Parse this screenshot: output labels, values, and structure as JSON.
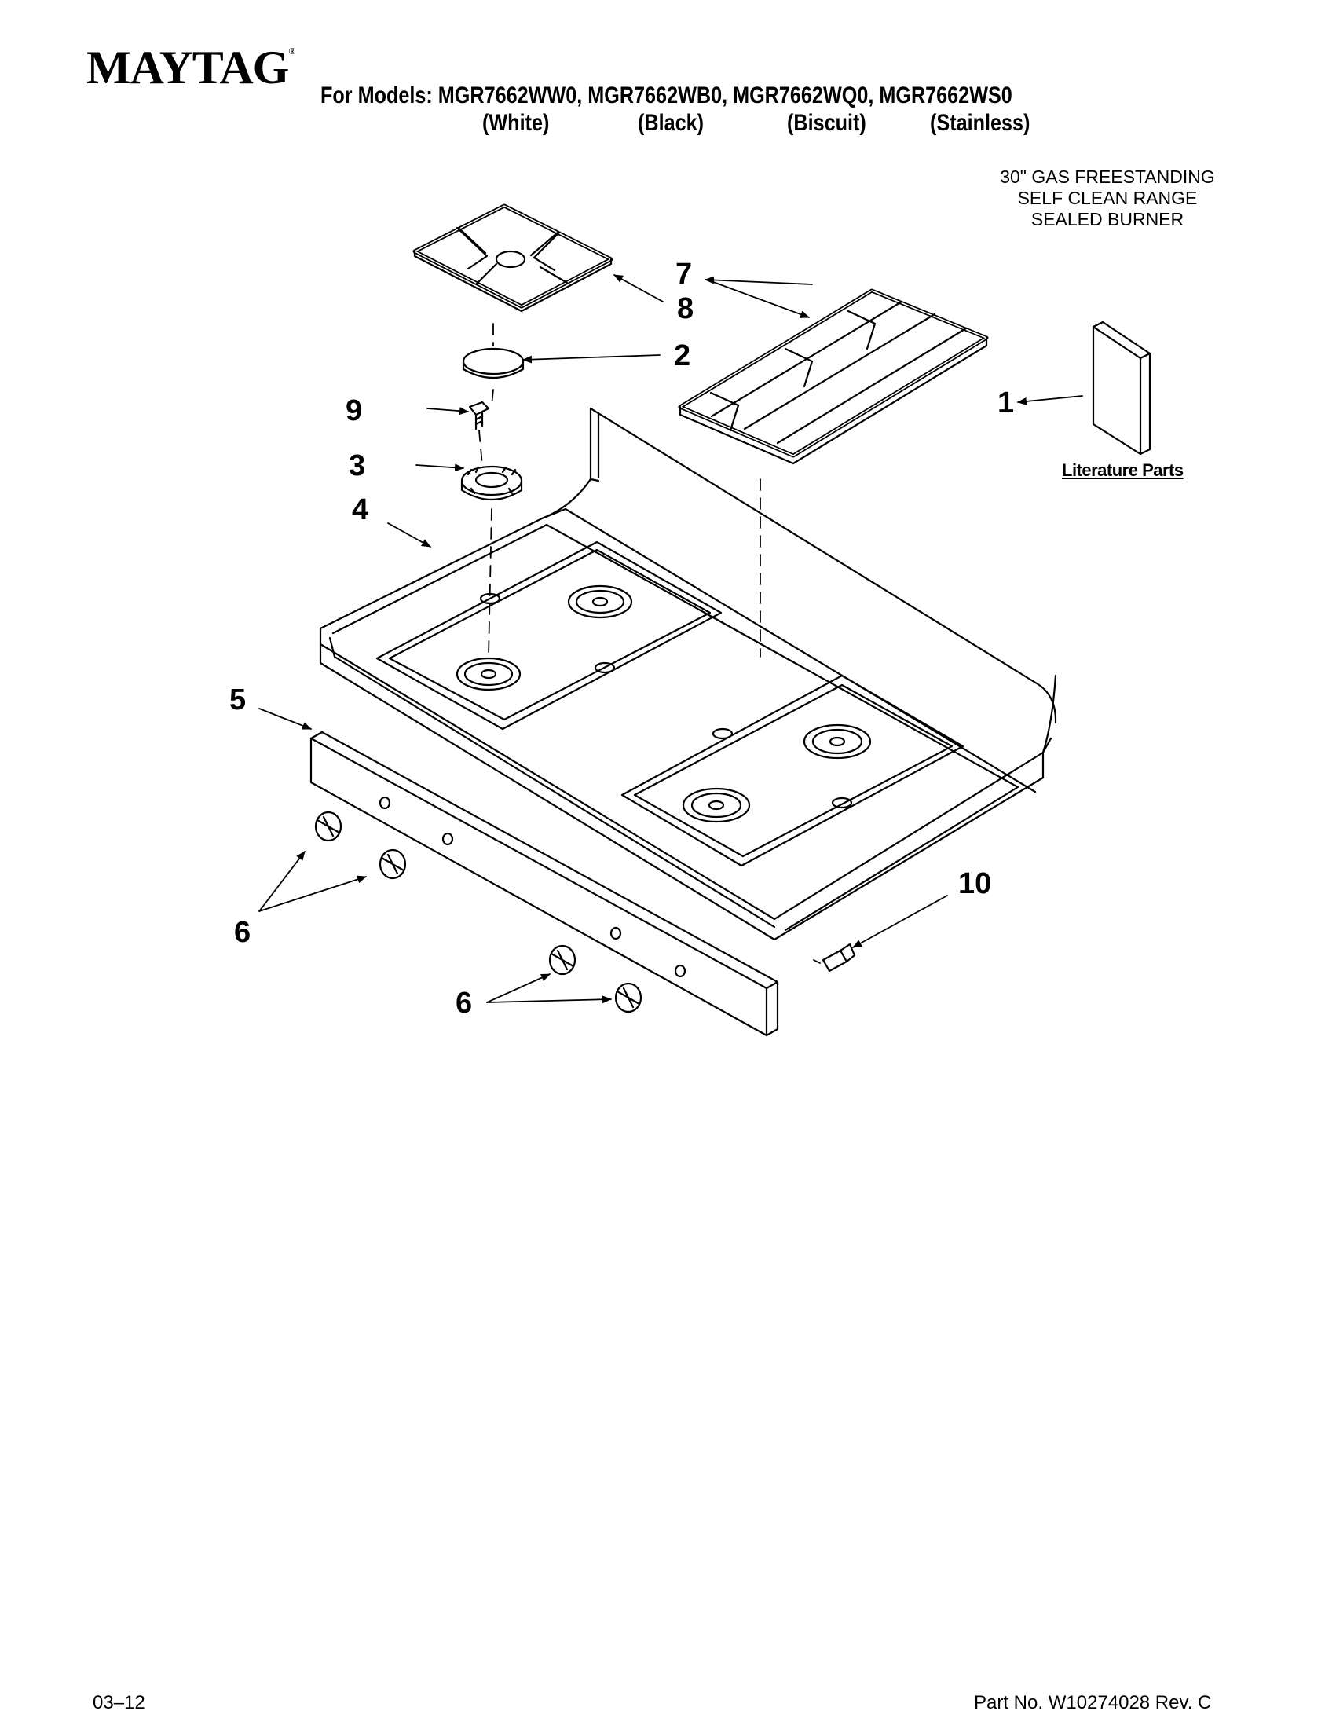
{
  "header": {
    "brand": "MAYTAG",
    "brand_mark": "®",
    "models_line": "For Models: MGR7662WW0, MGR7662WB0, MGR7662WQ0, MGR7662WS0",
    "variants": [
      "(White)",
      "(Black)",
      "(Biscuit)",
      "(Stainless)"
    ]
  },
  "description": [
    "30\" GAS FREESTANDING",
    "SELF CLEAN RANGE",
    "SEALED BURNER"
  ],
  "literature_label": "Literature Parts",
  "callouts": {
    "c1": "1",
    "c2": "2",
    "c3": "3",
    "c4": "4",
    "c5": "5",
    "c6a": "6",
    "c6b": "6",
    "c7": "7",
    "c8": "8",
    "c9": "9",
    "c10": "10"
  },
  "footer": {
    "date": "03–12",
    "part_no": "Part No. W10274028 Rev. C"
  }
}
